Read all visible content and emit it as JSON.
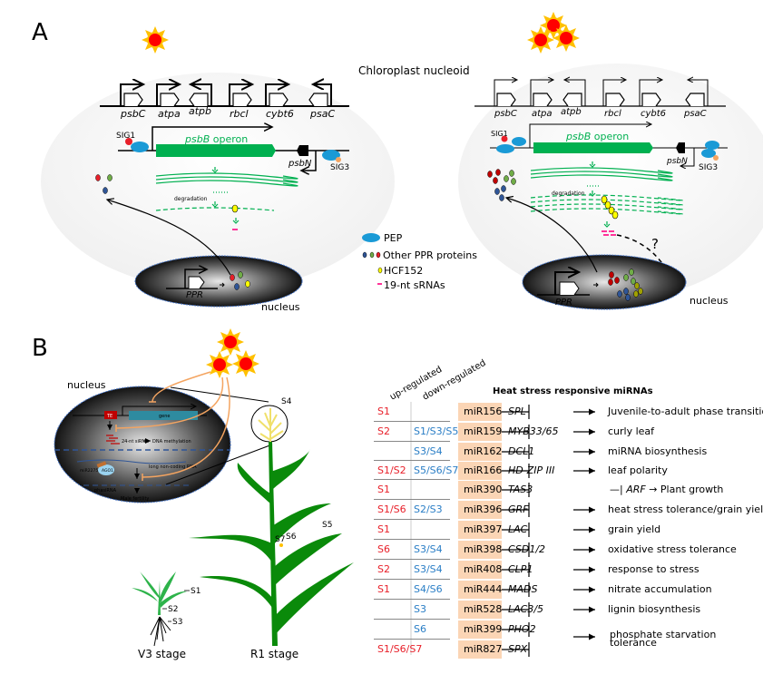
{
  "panels": {
    "A": {
      "label": "A",
      "region_label": "Chloroplast nucleoid",
      "genes": [
        "psbC",
        "atpa",
        "atpb",
        "rbcl",
        "cybt6",
        "psaC"
      ],
      "operon_label_italic": "psbB",
      "operon_label_rest": " operon",
      "psbN": "psbN",
      "sig1": "SIG1",
      "sig3": "SIG3",
      "degradation": "degradation",
      "dots": "......",
      "ppr": "PPR",
      "nucleus": "nucleus",
      "question": "?",
      "legend": [
        {
          "icon": "pep-blob-icon",
          "label": "PEP"
        },
        {
          "icon": "ppr-dots-icon",
          "label": "Other PPR proteins"
        },
        {
          "icon": "hcf152-dot-icon",
          "label": "HCF152"
        },
        {
          "icon": "srna-dash-icon",
          "label": "19-nt sRNAs"
        }
      ]
    },
    "B": {
      "label": "B",
      "nucleus": "nucleus",
      "te": "TE",
      "gene": "gene",
      "sirna": "24-nt siRNA",
      "dna_methylation": "DNA methylation",
      "mir": "miR2275",
      "ago": "AGO1",
      "lncrna": "long non-coding RNA",
      "phasirna": "phasiRNA",
      "male_fertility": "Male fertility",
      "sites": [
        "S1",
        "S2",
        "S3",
        "S4",
        "S5",
        "S6",
        "S7"
      ],
      "stages": [
        "V3 stage",
        "R1 stage"
      ],
      "table": {
        "col_up": "up-regulated",
        "col_down": "down-regulated",
        "title": "Heat stress responsive miRNAs",
        "rows": [
          {
            "up": "S1",
            "down": "",
            "mirna": "miR156",
            "target": "SPL",
            "effect": "Juvenile-to-adult phase transition"
          },
          {
            "up": "S2",
            "down": "S1/S3/S5",
            "mirna": "miR159",
            "target": "MYB33/65",
            "effect": "curly leaf"
          },
          {
            "up": "",
            "down": "S3/S4",
            "mirna": "miR162",
            "target": "DCL1",
            "effect": "miRNA biosynthesis"
          },
          {
            "up": "S1/S2",
            "down": "S5/S6/S7",
            "mirna": "miR166",
            "target": "HD-ZIP III",
            "effect": "leaf polarity"
          },
          {
            "up": "S1",
            "down": "",
            "mirna": "miR390",
            "target": "TAS3",
            "effect": "Plant growth",
            "intermediate": "ARF"
          },
          {
            "up": "S1/S6",
            "down": "S2/S3",
            "mirna": "miR396",
            "target": "GRF",
            "effect": "heat stress tolerance/grain yield"
          },
          {
            "up": "S1",
            "down": "",
            "mirna": "miR397",
            "target": "LAC",
            "effect": "grain yield"
          },
          {
            "up": "S6",
            "down": "S3/S4",
            "mirna": "miR398",
            "target": "CSD1/2",
            "effect": "oxidative stress tolerance"
          },
          {
            "up": "S2",
            "down": "S3/S4",
            "mirna": "miR408",
            "target": "CLP1",
            "effect": "response to stress"
          },
          {
            "up": "S1",
            "down": "S4/S6",
            "mirna": "miR444",
            "target": "MADS",
            "effect": "nitrate accumulation"
          },
          {
            "up": "",
            "down": "S3",
            "mirna": "miR528",
            "target": "LAC3/5",
            "effect": "lignin biosynthesis"
          },
          {
            "up": "",
            "down": "S6",
            "mirna": "miR399",
            "target": "PHO2",
            "effect": "phosphate starvation"
          },
          {
            "up": "S1/S6/S7",
            "down": "",
            "mirna": "miR827",
            "target": "SPX",
            "effect": "tolerance"
          }
        ]
      }
    }
  },
  "colors": {
    "up": "#e8202a",
    "down": "#2a7ec6",
    "mirna_bg": "#fbd5b5",
    "operon": "#00b050",
    "pep": "#1a9ad6",
    "hcf152": "#ffff00",
    "srna": "#ff3399",
    "sun": "#ff0000",
    "ray": "#ffc000",
    "leaf": "#0a8a0a"
  }
}
